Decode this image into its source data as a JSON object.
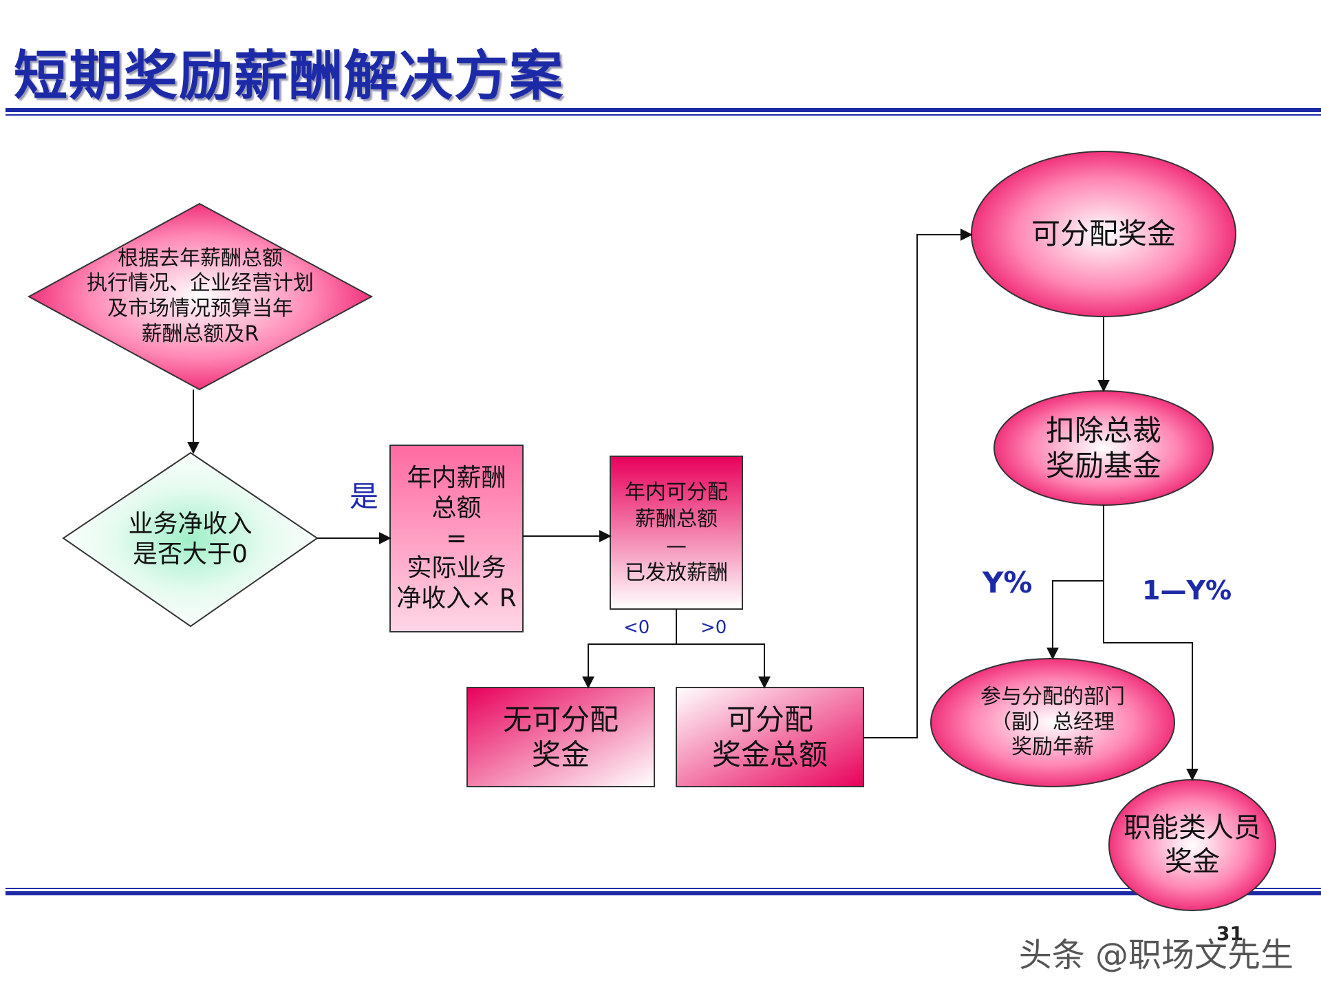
{
  "title": "短期奖励薪酬解决方案",
  "nodes": {
    "budget": "根据去年薪酬总额\n执行情况、企业经营计划\n及市场情况预算当年\n薪酬总额及R",
    "decision": "业务净收入\n是否大于0",
    "annual_total": "年内薪酬\n总额\n=\n实际业务\n净收入× R",
    "distributable_total": "年内可分配\n薪酬总额\n—\n已发放薪酬",
    "no_bonus": "无可分配\n奖金",
    "bonus_total": "可分配\n奖金总额",
    "distributable_bonus": "可分配奖金",
    "deduct_ceo": "扣除总裁\n奖励基金",
    "dept_managers": "参与分配的部门\n（副）总经理\n奖励年薪",
    "functional_staff": "职能类人员\n奖金"
  },
  "edge_labels": {
    "yes": "是",
    "less_than_zero": "<0",
    "greater_than_zero": ">0",
    "y_percent": "Y%",
    "one_minus_y": "1—Y%"
  },
  "page_number": "31",
  "watermark": "头条 @职场文先生",
  "colors": {
    "title": "#1d2aa8",
    "rule": "#1d2aa8",
    "pink_dark": "#e8005a",
    "pink_light": "#ffffff",
    "green_light": "#c8f5dc",
    "label_blue": "#1d2aa8"
  }
}
